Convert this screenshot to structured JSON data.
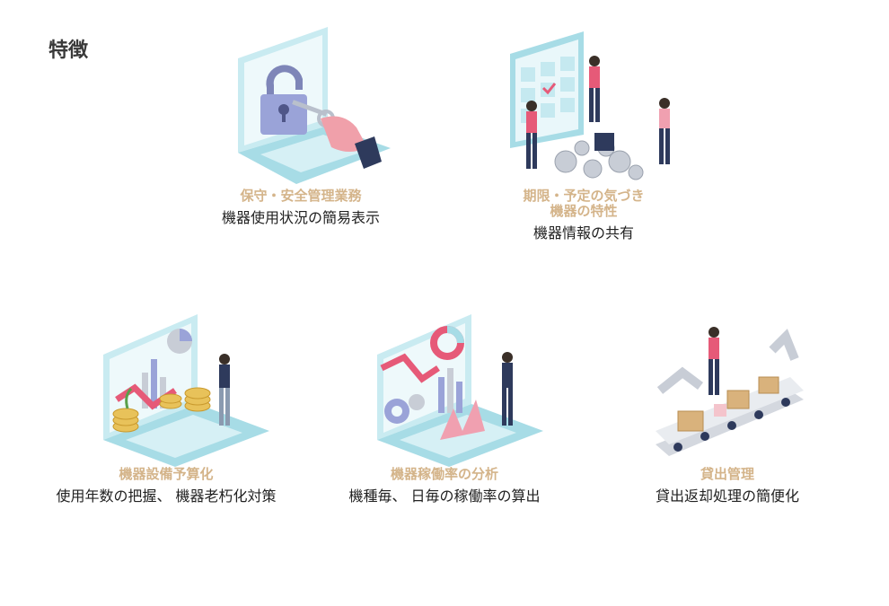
{
  "page": {
    "title": "特徴"
  },
  "features": [
    {
      "title": "保守・安全管理業務",
      "description": "機器使用状況の簡易表示",
      "icon": "laptop-padlock-key-icon"
    },
    {
      "title_line1": "期限・予定の気づき",
      "title_line2": "機器の特性",
      "description": "機器情報の共有",
      "icon": "calendar-gears-people-icon"
    },
    {
      "title": "機器設備予算化",
      "description": "使用年数の把握、 機器老朽化対策",
      "icon": "laptop-coins-chart-icon"
    },
    {
      "title": "機器稼働率の分析",
      "description": "機種毎、 日毎の稼働率の算出",
      "icon": "laptop-analytics-chart-icon"
    },
    {
      "title": "貸出管理",
      "description": "貸出返却処理の簡便化",
      "icon": "conveyor-robot-arm-boxes-icon"
    }
  ],
  "colors": {
    "title": "#3a3a3a",
    "feature_title": "#d4b48a",
    "description": "#222222",
    "accent_blue": "#a7dce6",
    "accent_pink": "#e65a78",
    "accent_navy": "#2e3a5c"
  }
}
